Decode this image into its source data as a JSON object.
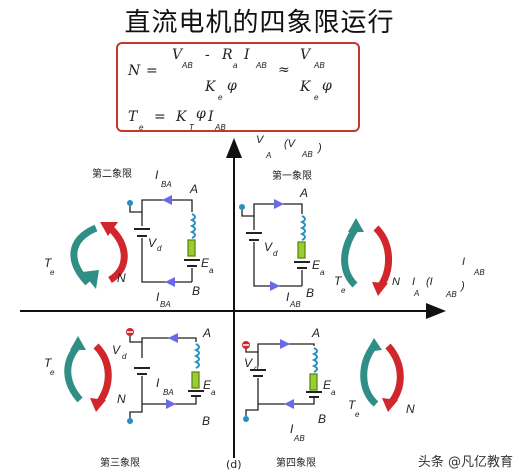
{
  "title": "直流电机的四象限运行",
  "formula": {
    "line1": {
      "N": "N",
      "eq": "=",
      "V": "V",
      "V_sub": "AB",
      "minus": "-",
      "R": "R",
      "R_sub": "a",
      "I": "I",
      "I_sub": "AB",
      "approx": "≈",
      "V2": "V",
      "V2_sub": "AB",
      "K": "K",
      "K_sub": "e",
      "phi": "φ",
      "K2": "K",
      "K2_sub": "e",
      "phi2": "φ"
    },
    "line2": {
      "T": "T",
      "T_sub": "e",
      "eq": "=",
      "K": "K",
      "K_sub": "T",
      "phi": "φ",
      "I": "I",
      "I_sub": "AB"
    }
  },
  "axes": {
    "y_label": "V",
    "y_sub": "A",
    "y_paren": "(V",
    "y_sub2": "AB",
    "y_close": ")",
    "x_label": "N",
    "x_sub": "I",
    "x_paren": "(I",
    "x_sub2": "A",
    "x_sub3": "AB",
    "x_close": ")",
    "x_extra": "I",
    "x_extra_sub": "AB"
  },
  "quadrants": {
    "q1": "第一象限",
    "q2": "第二象限",
    "q3": "第三象限",
    "q4": "第四象限"
  },
  "labels": {
    "A": "A",
    "B": "B",
    "Vd": "V",
    "Vd_sub": "d",
    "Ea": "E",
    "Ea_sub": "a",
    "Te": "T",
    "Te_sub": "e",
    "N": "N",
    "I_BA": "I",
    "I_BA_sub": "BA",
    "I_AB": "I",
    "I_AB_sub": "AB"
  },
  "caption": "(d)",
  "watermark": "头条 @凡亿教育",
  "colors": {
    "box_border": "#c0392b",
    "arrow_red": "#d0262c",
    "arrow_teal": "#2f8f86",
    "current": "#6a6ae8",
    "coil": "#2a8fbf",
    "resistor": "#9acd32",
    "axis": "#111111"
  }
}
